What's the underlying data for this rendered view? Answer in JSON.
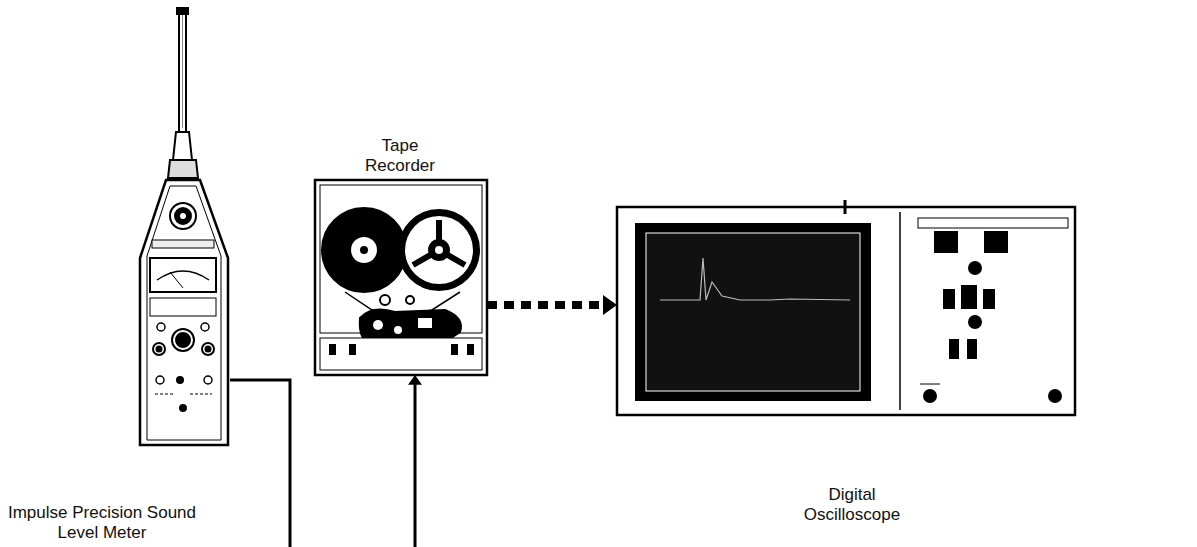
{
  "diagram": {
    "nodes": [
      {
        "text": [
          "Impulse Precision Sound Level Meter"
        ]
      },
      {
        "text": [
          "Tape Recorder"
        ]
      },
      {
        "text": [
          "Digital Oscilloscope"
        ]
      }
    ],
    "edges": [
      {
        "from": 0,
        "to": 1,
        "arrow": "to"
      },
      {
        "from": 1,
        "to": 2,
        "arrow": "to"
      }
    ]
  }
}
